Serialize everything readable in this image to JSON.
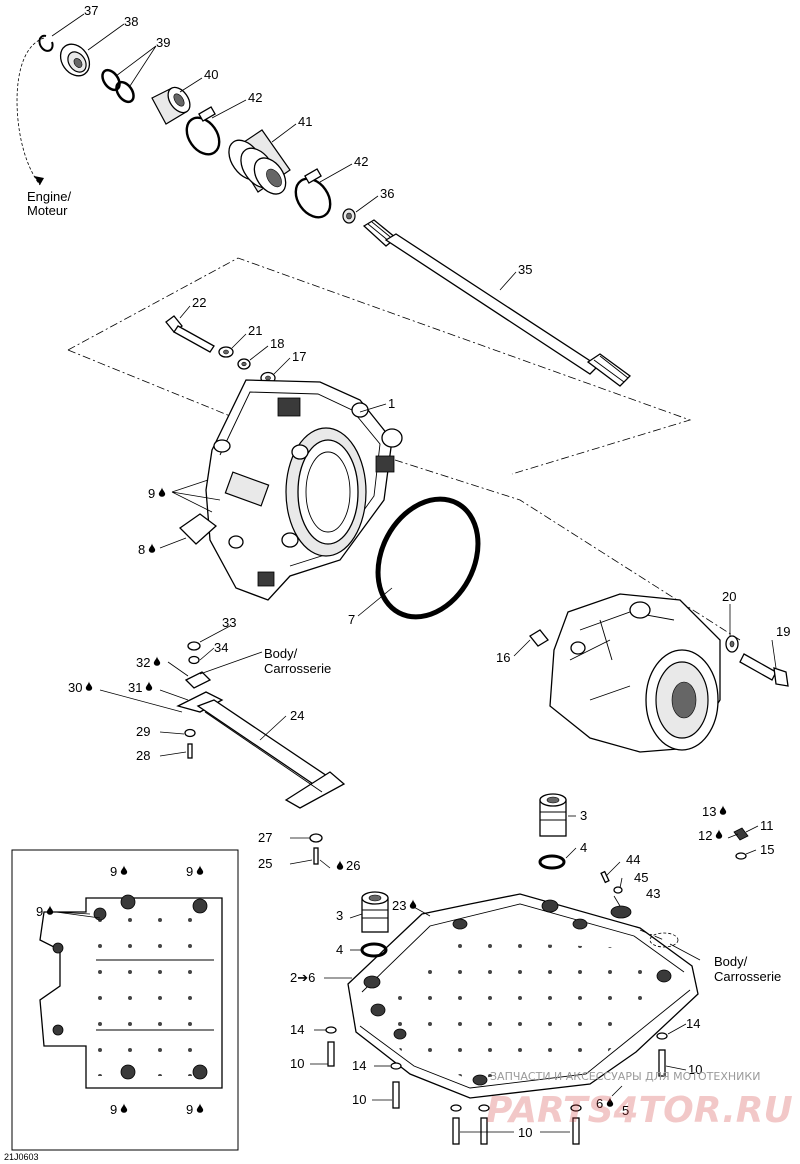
{
  "diagram": {
    "code": "21J0603",
    "callouts": {
      "c1": "1",
      "c3a": "3",
      "c3b": "3",
      "c4a": "4",
      "c4b": "4",
      "c7": "7",
      "c8": "8",
      "c9": "9",
      "c10a": "10",
      "c10b": "10",
      "c10c": "10",
      "c10d": "10",
      "c11": "11",
      "c12": "12",
      "c13": "13",
      "c14a": "14",
      "c14b": "14",
      "c14c": "14",
      "c15": "15",
      "c16": "16",
      "c17": "17",
      "c18": "18",
      "c19": "19",
      "c20": "20",
      "c21": "21",
      "c22": "22",
      "c23": "23",
      "c24": "24",
      "c25": "25",
      "c26": "26",
      "c27": "27",
      "c28": "28",
      "c29": "29",
      "c30": "30",
      "c31": "31",
      "c32": "32",
      "c33": "33",
      "c34": "34",
      "c35": "35",
      "c36": "36",
      "c37": "37",
      "c38": "38",
      "c39": "39",
      "c40": "40",
      "c41": "41",
      "c42a": "42",
      "c42b": "42",
      "c43": "43",
      "c44": "44",
      "c45": "45",
      "c2to6": "2➔6",
      "c6": "6",
      "c5": "5",
      "i9a": "9",
      "i9b": "9",
      "i9c": "9",
      "i9d": "9",
      "i9e": "9"
    },
    "notes": {
      "engine_line1": "Engine/",
      "engine_line2": "Moteur",
      "body1_line1": "Body/",
      "body1_line2": "Carrosserie",
      "body2_line1": "Body/",
      "body2_line2": "Carrosserie"
    },
    "watermark": {
      "line1": "ЗАПЧАСТИ И АКСЕССУАРЫ ДЛЯ МОТОТЕХНИКИ",
      "line2": "PARTS4TOR.RU"
    },
    "icons": {
      "adhesive": "drop-icon",
      "pointer": "arrow-icon"
    }
  }
}
